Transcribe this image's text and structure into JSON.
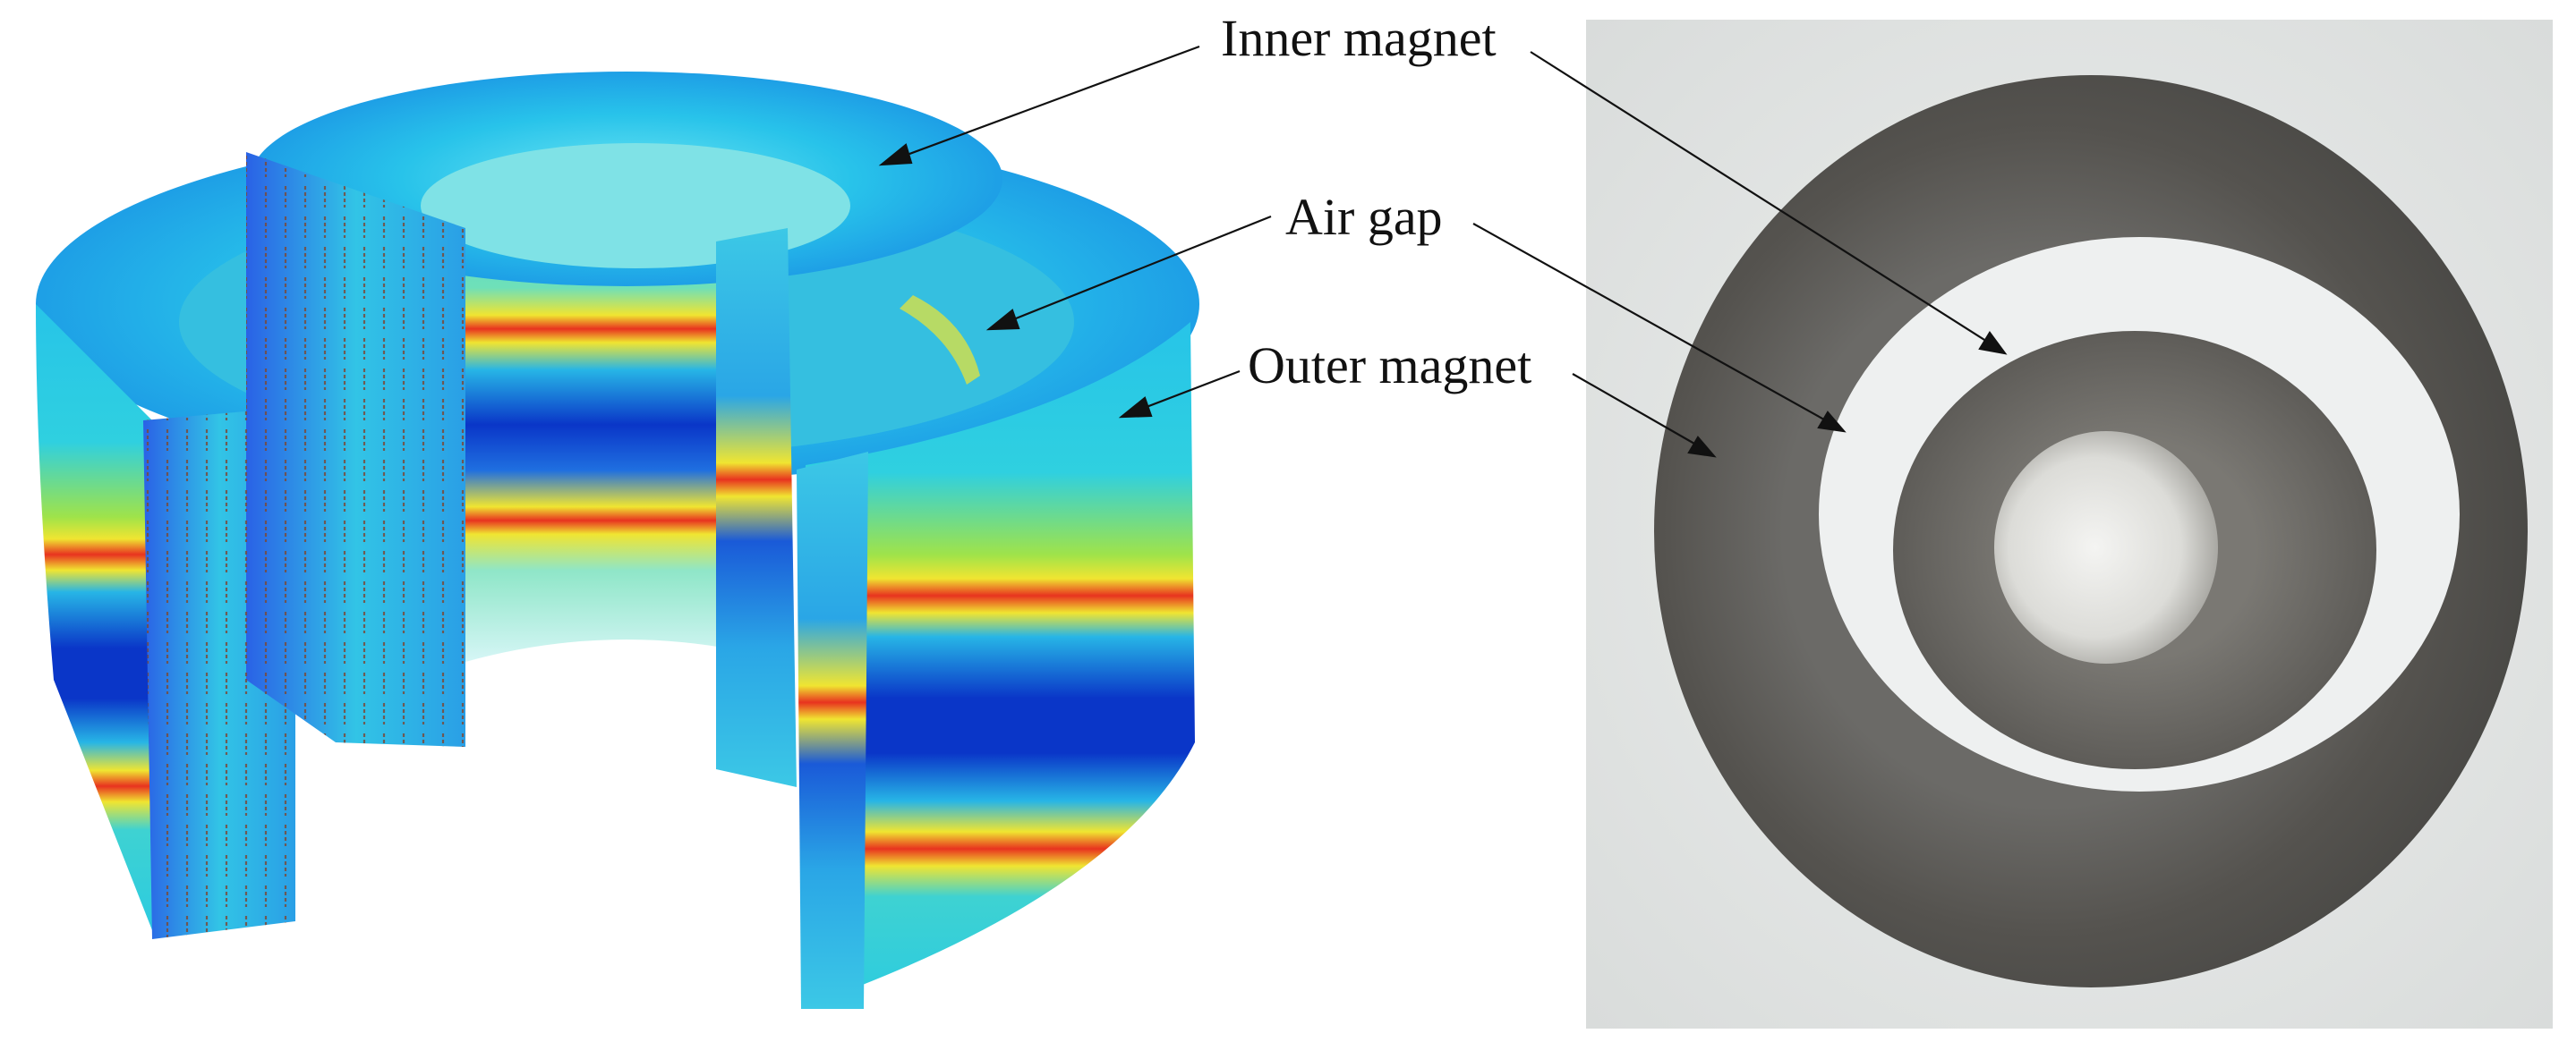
{
  "labels": {
    "inner_magnet": "Inner magnet",
    "air_gap": "Air gap",
    "outer_magnet": "Outer magnet"
  },
  "colors": {
    "photo_background": "#e6e8e7",
    "magnet_metal": "#5c5c5b",
    "air_gap_ring": "#f2f4f4",
    "sim_low_field": "#0a36c8",
    "sim_mid_field": "#25c9e6",
    "sim_band_yellow": "#f2e533",
    "sim_band_red": "#e8331f",
    "leader_line": "#111111"
  },
  "icons": {
    "left_panel": "simulation-field-render",
    "right_panel": "magnet-rings-photo"
  }
}
